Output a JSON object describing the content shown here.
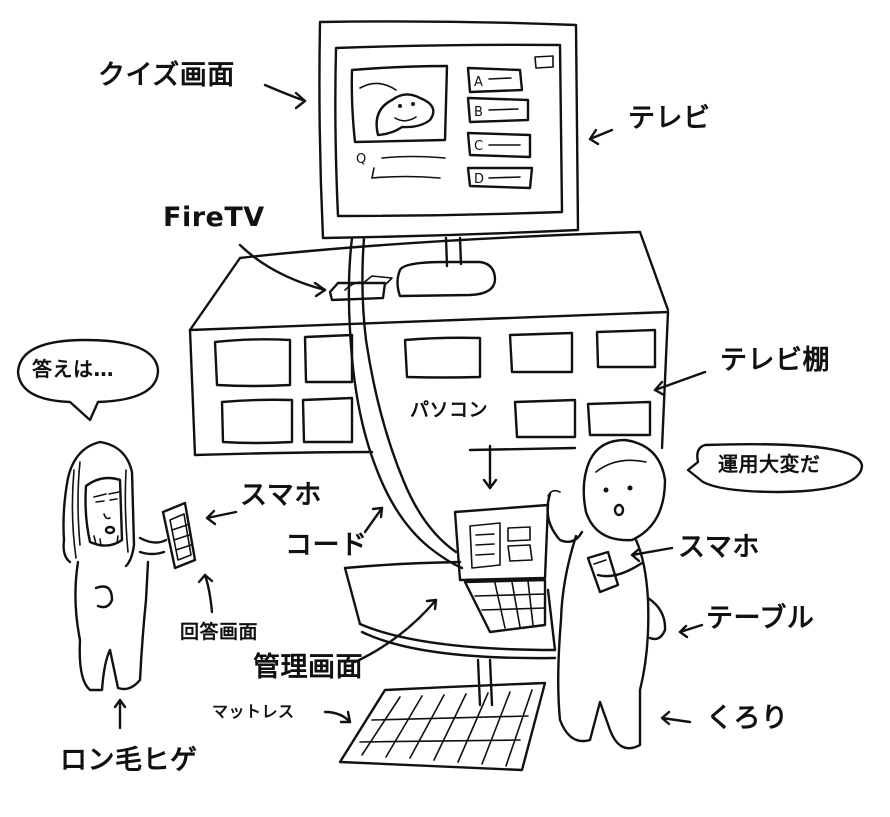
{
  "labels": {
    "quiz_screen": "クイズ画面",
    "tv": "テレビ",
    "fire_tv": "FireTV",
    "tv_shelf": "テレビ棚",
    "pc": "パソコン",
    "smartphone_left": "スマホ",
    "cord": "コード",
    "smartphone_right": "スマホ",
    "table": "テーブル",
    "answer_screen": "回答画面",
    "admin_screen": "管理画面",
    "mattress": "マットレス",
    "kurori": "くろり",
    "long_hair_beard": "ロン毛ヒゲ"
  },
  "speech": {
    "left": "答えは…",
    "right": "運用大変だ"
  },
  "tv_screen": {
    "question_mark": "Q",
    "choices": [
      "A",
      "B",
      "C",
      "D"
    ]
  },
  "colors": {
    "ink": "#111111",
    "paper": "#ffffff"
  }
}
